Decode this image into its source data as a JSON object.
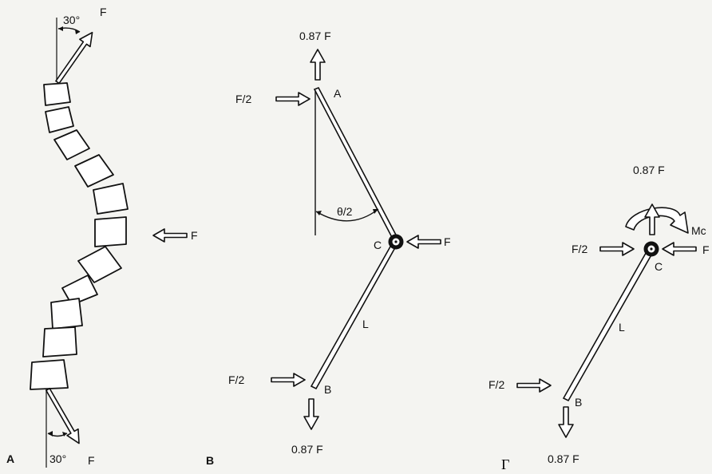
{
  "panel_a": {
    "letter": "A",
    "force_top": "F",
    "angle_top": "30°",
    "force_mid": "F",
    "force_bottom": "F",
    "angle_bottom": "30°"
  },
  "panel_b": {
    "letter": "B",
    "top_force": "0.87 F",
    "top_left_force": "F/2",
    "point_a": "A",
    "angle": "θ/2",
    "point_c": "C",
    "right_force": "F",
    "length": "L",
    "bottom_left_force": "F/2",
    "point_b": "B",
    "bottom_force": "0.87 F"
  },
  "panel_c": {
    "letter": "Γ",
    "top_force": "0.87 F",
    "moment": "Mc",
    "left_force": "F/2",
    "right_force": "F",
    "point_c": "C",
    "length": "L",
    "bottom_left_force": "F/2",
    "point_b": "B",
    "bottom_force": "0.87 F"
  }
}
